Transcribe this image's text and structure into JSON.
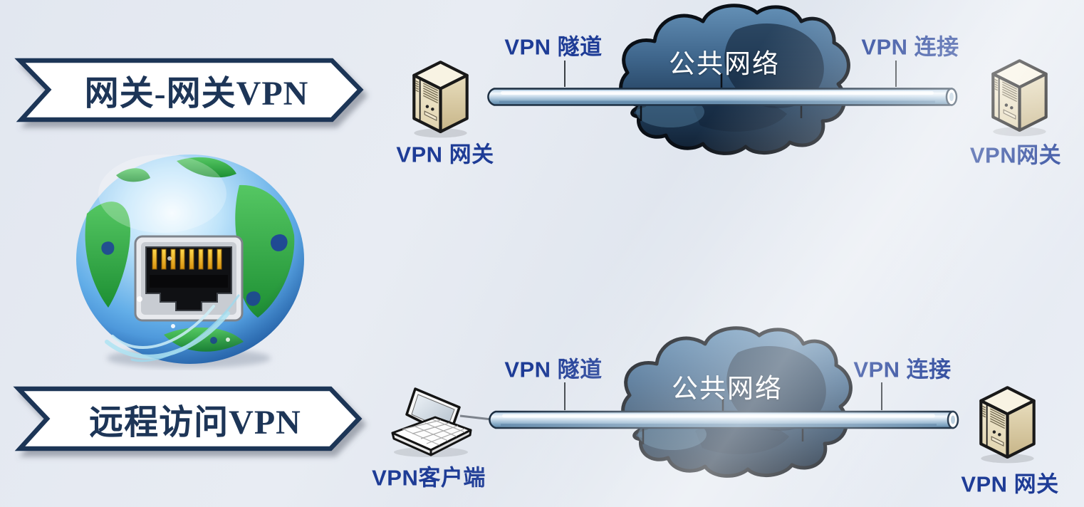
{
  "banners": {
    "top": {
      "label": "网关-网关VPN"
    },
    "bottom": {
      "label": "远程访问VPN"
    }
  },
  "top_flow": {
    "left_device_label": "VPN 网关",
    "tunnel_label": "VPN 隧道",
    "cloud_label": "公共网络",
    "connection_label": "VPN 连接",
    "right_device_label": "VPN网关"
  },
  "bottom_flow": {
    "left_device_label": "VPN客户端",
    "tunnel_label": "VPN 隧道",
    "cloud_label": "公共网络",
    "connection_label": "VPN 连接",
    "right_device_label": "VPN 网关"
  },
  "icons": {
    "globe": "globe-ethernet-icon",
    "cloud": "public-network-cloud-icon",
    "pipe": "vpn-tunnel-pipe-icon",
    "server": "server-tower-icon",
    "laptop": "laptop-icon",
    "banner": "chevron-banner-shape"
  },
  "colors": {
    "background": "#e5e9f1",
    "banner_outline": "#1d3557",
    "label_blue": "#1e3c96",
    "cloud_dark": "#16283c",
    "pipe_blue": "#a9c6de",
    "server_beige": "#e9dfc2",
    "cloud_text": "#ffffff"
  }
}
